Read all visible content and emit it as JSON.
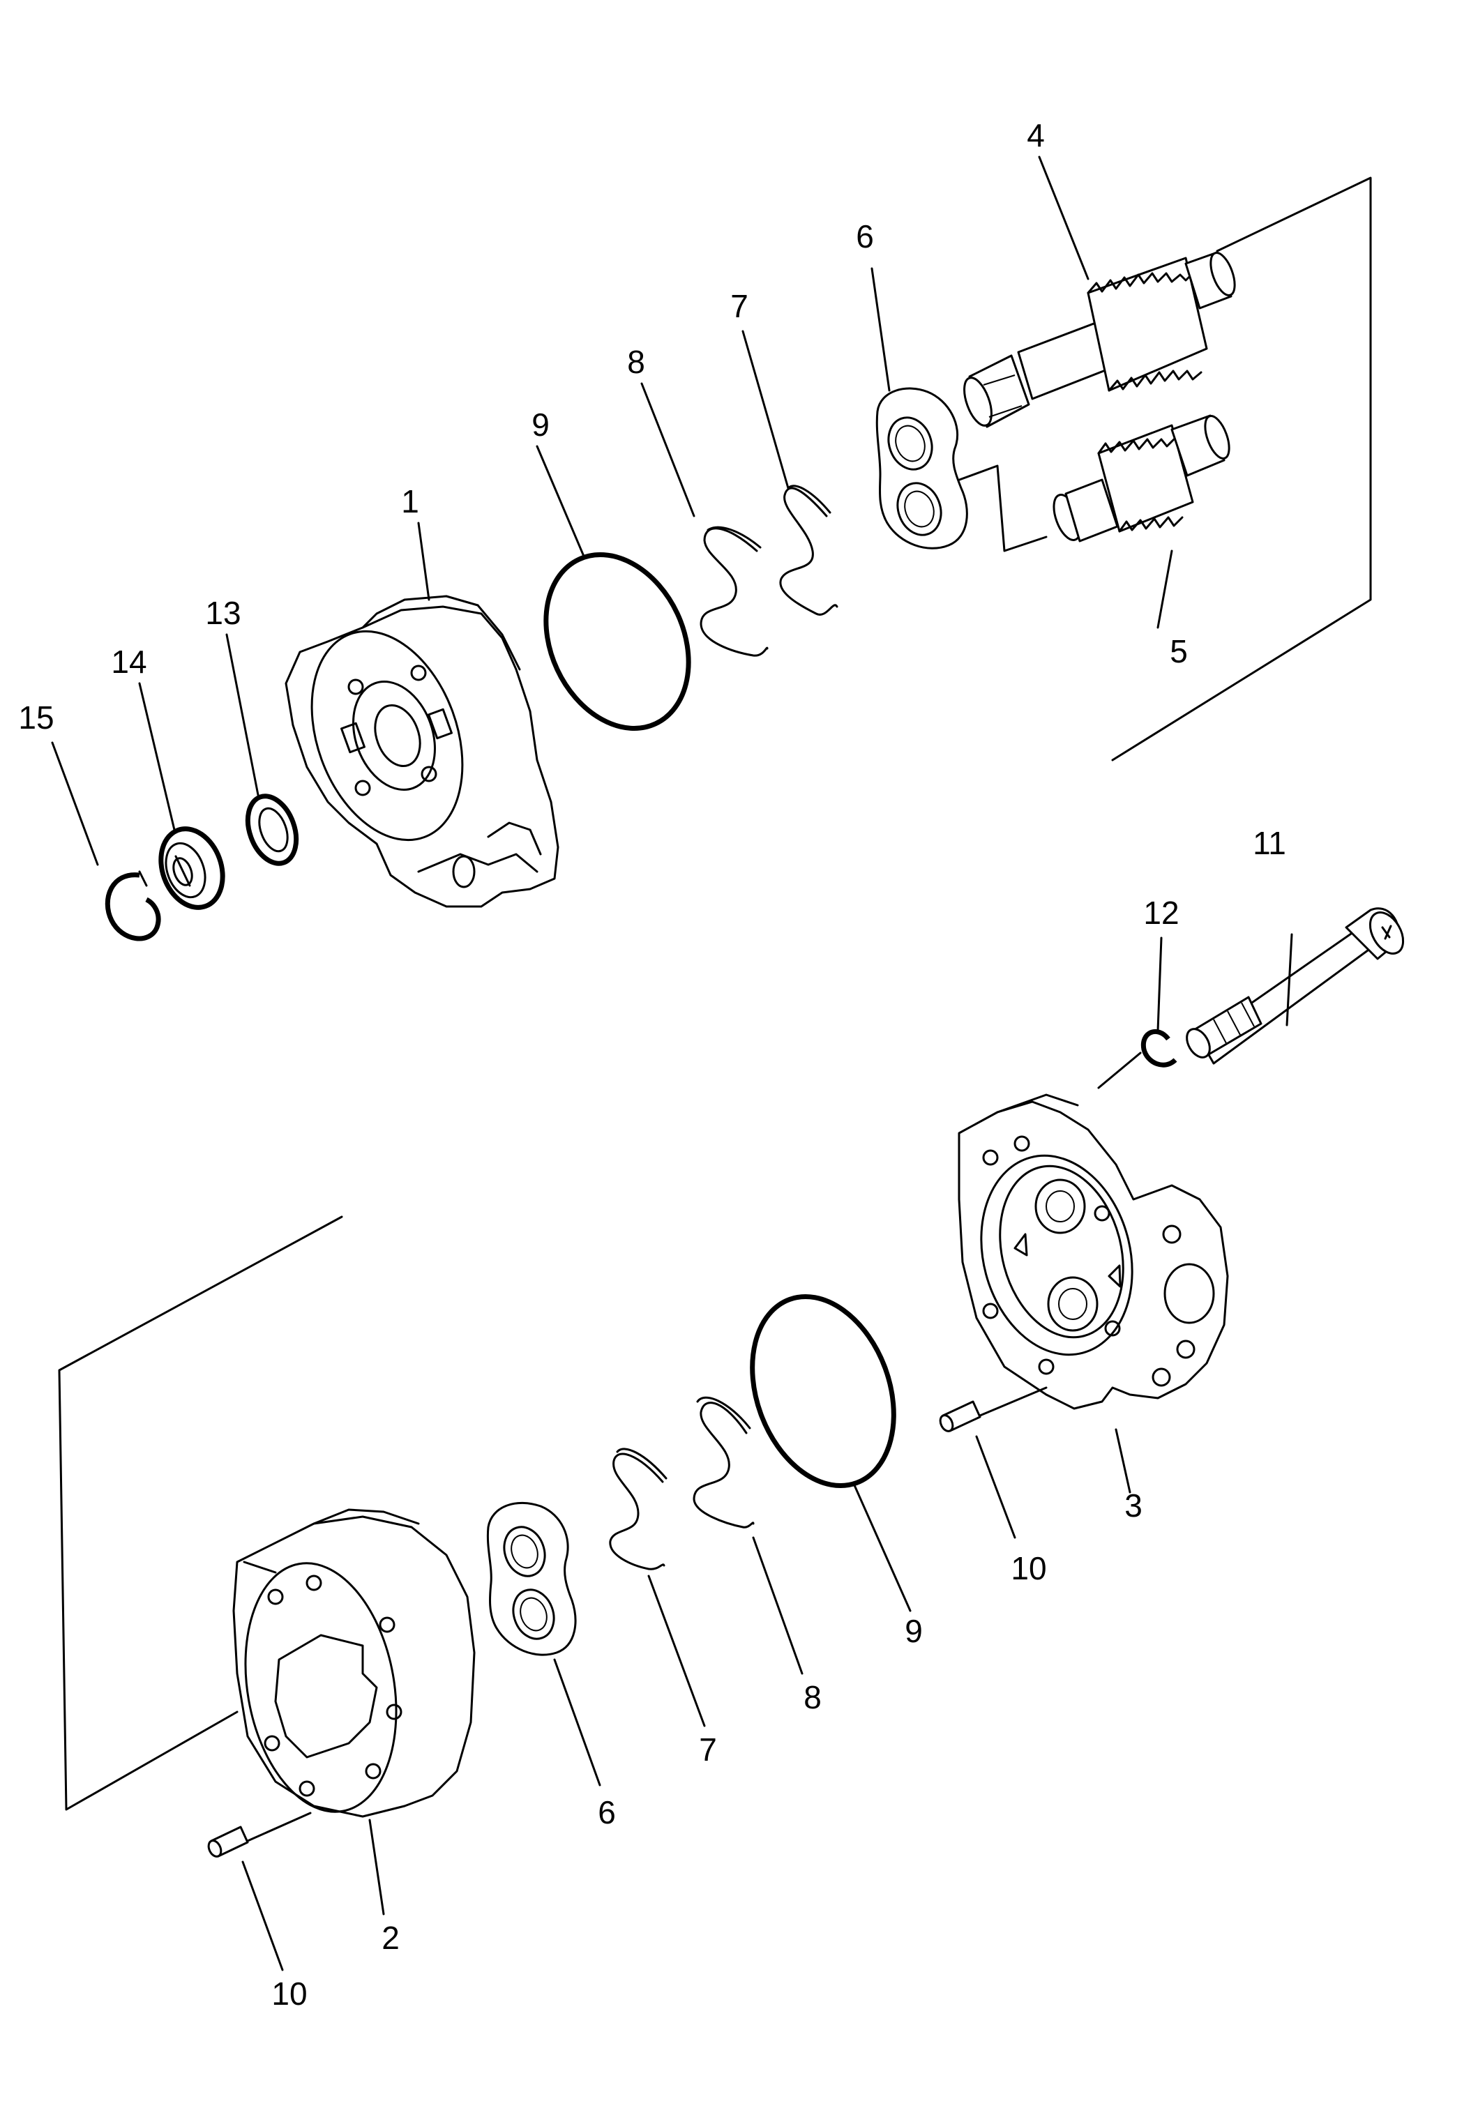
{
  "callouts": {
    "upper": {
      "n1": "1",
      "n4": "4",
      "n5": "5",
      "n6": "6",
      "n7": "7",
      "n8": "8",
      "n9": "9",
      "n13": "13",
      "n14": "14",
      "n15": "15"
    },
    "lower": {
      "n2": "2",
      "n3": "3",
      "n6": "6",
      "n7": "7",
      "n8": "8",
      "n9": "9",
      "n10a": "10",
      "n10b": "10",
      "n11": "11",
      "n12": "12"
    }
  }
}
